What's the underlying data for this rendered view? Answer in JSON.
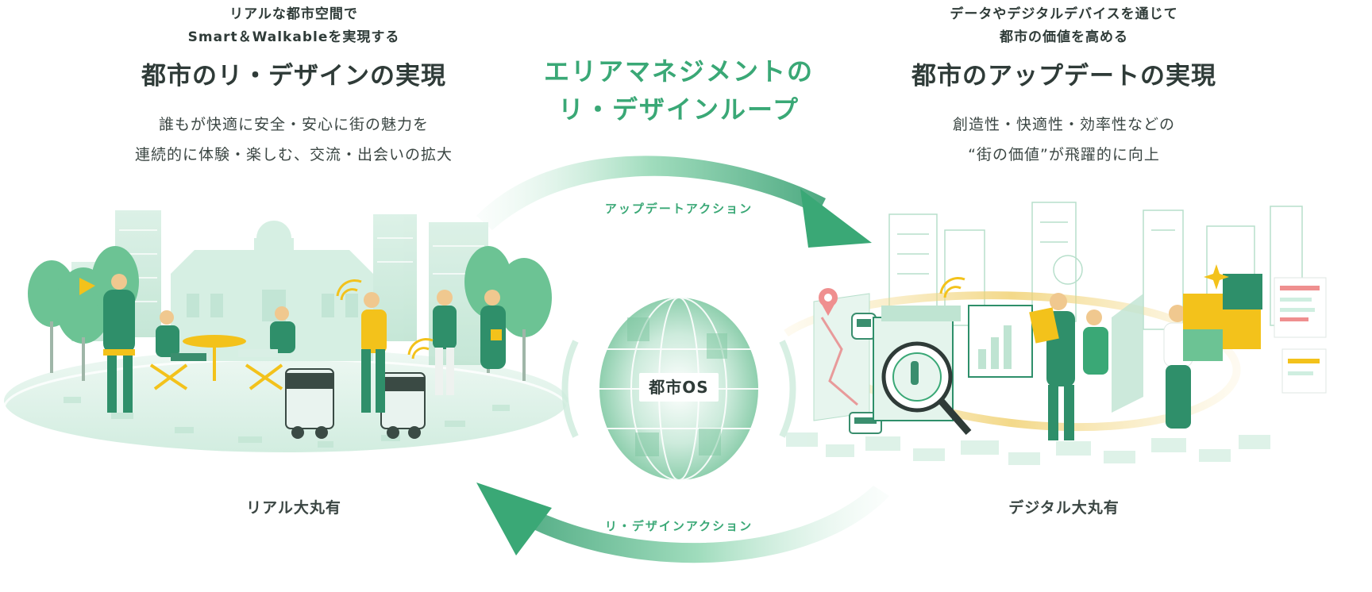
{
  "left": {
    "subheading_line1": "リアルな都市空間で",
    "subheading_line2": "Smart＆Walkableを実現する",
    "heading": "都市のリ・デザインの実現",
    "desc_line1": "誰もが快適に安全・安心に街の魅力を",
    "desc_line2": "連続的に体験・楽しむ、交流・出会いの拡大",
    "area_label": "リアル大丸有"
  },
  "center": {
    "title_line1": "エリアマネジメントの",
    "title_line2": "リ・デザインループ",
    "top_action": "アップデートアクション",
    "bottom_action": "リ・デザインアクション",
    "os_label": "都市OS"
  },
  "right": {
    "subheading_line1": "データやデジタルデバイスを通じて",
    "subheading_line2": "都市の価値を高める",
    "heading": "都市のアップデートの実現",
    "desc_line1": "創造性・快適性・効率性などの",
    "desc_line2": "“街の価値”が飛躍的に向上",
    "area_label": "デジタル大丸有"
  },
  "colors": {
    "accent_green": "#3aa876",
    "dark_green": "#2e8f6a",
    "light_green": "#cfeee0",
    "text_dark": "#2f3b38",
    "yellow": "#f3c21b"
  },
  "icons": [
    "city-illustration",
    "digital-city-illustration",
    "sphere-icon",
    "cycle-arrow-icon",
    "magnifier-icon",
    "map-pin-icon",
    "wifi-icon",
    "train-icon",
    "bus-icon",
    "puzzle-icon"
  ]
}
